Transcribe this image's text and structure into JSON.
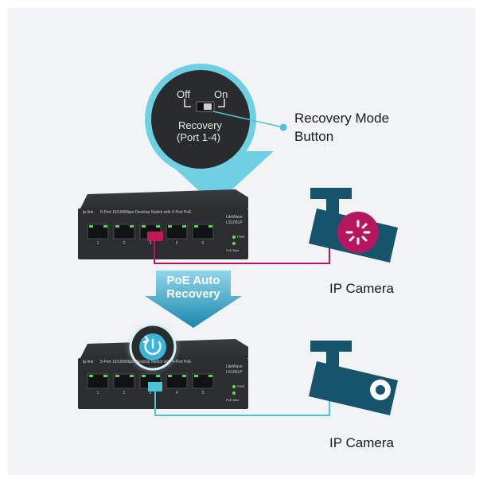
{
  "callout": {
    "off_label": "Off",
    "on_label": "On",
    "button_title": "Recovery",
    "button_subtitle": "(Port 1-4)"
  },
  "annotation": {
    "line1": "Recovery Mode",
    "line2": "Button"
  },
  "arrow": {
    "line1": "PoE Auto",
    "line2": "Recovery"
  },
  "switch": {
    "brand": "tp-link",
    "description": "5-Port 10/100Mbps Desktop Switch with 4-Port PoE",
    "side_brand": "LiteWave",
    "model": "LS105LP",
    "pwr_label": "PWR",
    "poe_max_label": "PoE Max",
    "port_numbers": [
      "1",
      "2",
      "3",
      "4",
      "5"
    ]
  },
  "cameras": {
    "top_label": "IP Camera",
    "bottom_label": "IP Camera"
  },
  "colors": {
    "accent_cyan": "#4cc3d9",
    "arrow_cyan": "#1f8fb3",
    "alert_magenta": "#b5165e",
    "camera_body": "#15546b",
    "switch_body": "#2c2d2f"
  }
}
